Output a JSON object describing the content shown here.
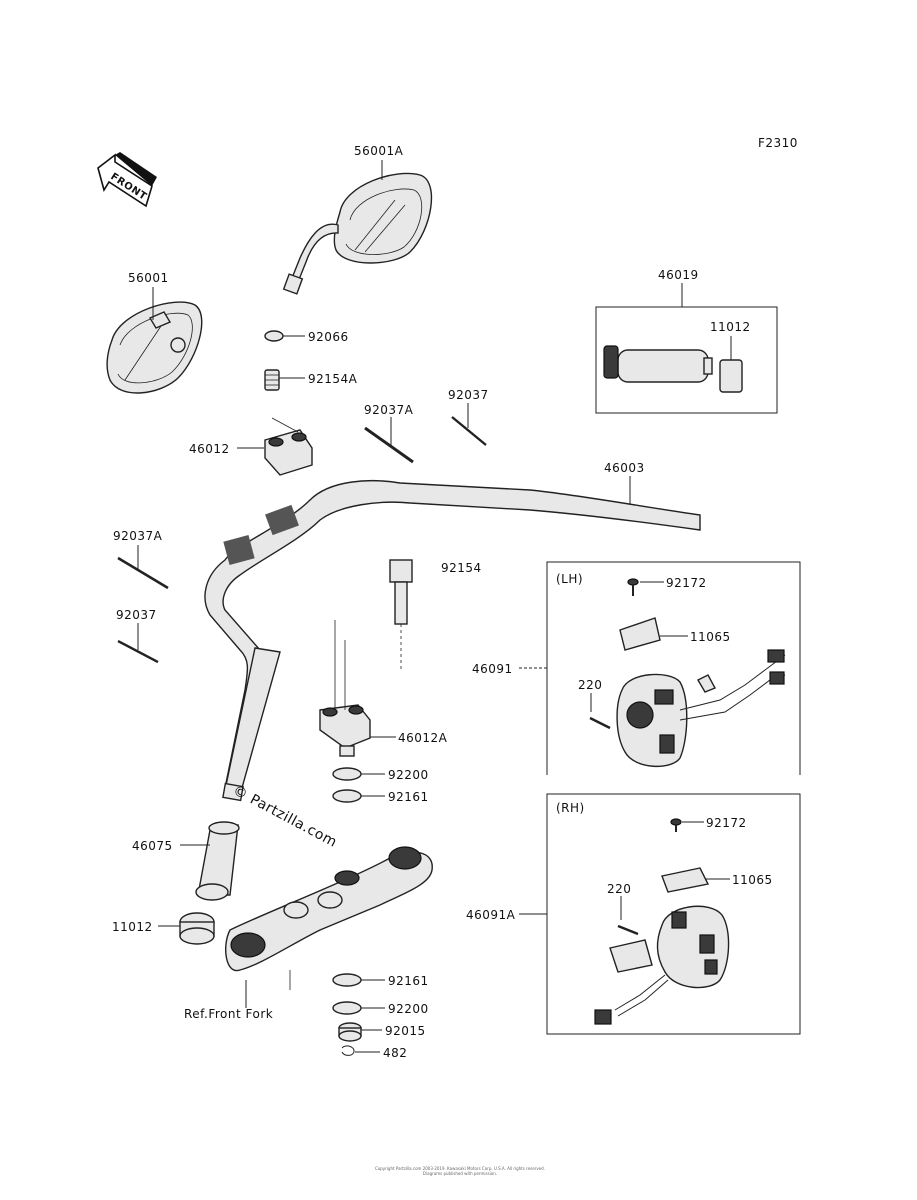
{
  "figure_code": "F2310",
  "front_arrow": "FRONT",
  "watermark": "© Partzilla.com",
  "groups": {
    "lh": "(LH)",
    "rh": "(RH)"
  },
  "labels": {
    "p56001A": "56001A",
    "p56001": "56001",
    "p92066": "92066",
    "p92154A": "92154A",
    "p92037A_top": "92037A",
    "p92037_top": "92037",
    "p46012": "46012",
    "p46019": "46019",
    "p11012_box": "11012",
    "p46003": "46003",
    "p92037A_left": "92037A",
    "p92154": "92154",
    "p92037_left": "92037",
    "p92172_lh": "92172",
    "p11065_lh": "11065",
    "p46091": "46091",
    "p220_lh": "220",
    "p46012A": "46012A",
    "p92200_upper": "92200",
    "p92161_upper": "92161",
    "p46075": "46075",
    "p92172_rh": "92172",
    "p11065_rh": "11065",
    "p220_rh": "220",
    "p46091A": "46091A",
    "p11012_left": "11012",
    "p92161_lower": "92161",
    "p92200_lower": "92200",
    "p92015": "92015",
    "p482": "482",
    "ref_front_fork": "Ref.Front Fork"
  },
  "copyright_lines": [
    "Copyright Partzilla.com 2003-2019. Kawasaki Motors Corp. U.S.A. All rights reserved.",
    "Diagrams published with permission."
  ]
}
